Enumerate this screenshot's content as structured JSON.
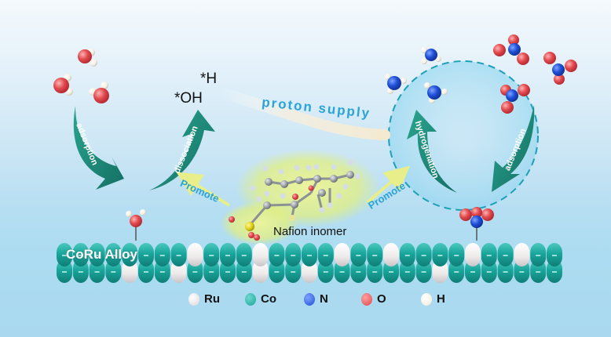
{
  "figure": {
    "labels": {
      "h_species": "*H",
      "oh_species": "*OH",
      "proton_supply": "proton supply",
      "promote_left": "Promote",
      "promote_right": "Promote",
      "nafion": "Nafion inomer",
      "alloy": "CoRu Alloy"
    },
    "arrows": {
      "water_adsorption": "adsorption",
      "dissociation": "dissociation",
      "hydrogenation": "hydrogenation",
      "nitrate_adsorption": "adsorption"
    },
    "legend": [
      {
        "symbol": "Ru",
        "color": "#ece8ea"
      },
      {
        "symbol": "Co",
        "color": "#1fa9a0"
      },
      {
        "symbol": "N",
        "color": "#1d4fd6"
      },
      {
        "symbol": "O",
        "color": "#e0474c"
      },
      {
        "symbol": "H",
        "color": "#f7f3e8"
      }
    ],
    "colors": {
      "arrow_green": "#1f8f7e",
      "label_blue": "#2aa3d6",
      "promote_arrow": "#e7ee8a",
      "cycle_dash": "#1e9fb8"
    },
    "alloy_layout": {
      "top_row_ru_indices": [
        8,
        12,
        17,
        20,
        25,
        28
      ],
      "bottom_row_ru_indices": [
        4,
        7,
        12,
        15,
        23
      ]
    }
  }
}
